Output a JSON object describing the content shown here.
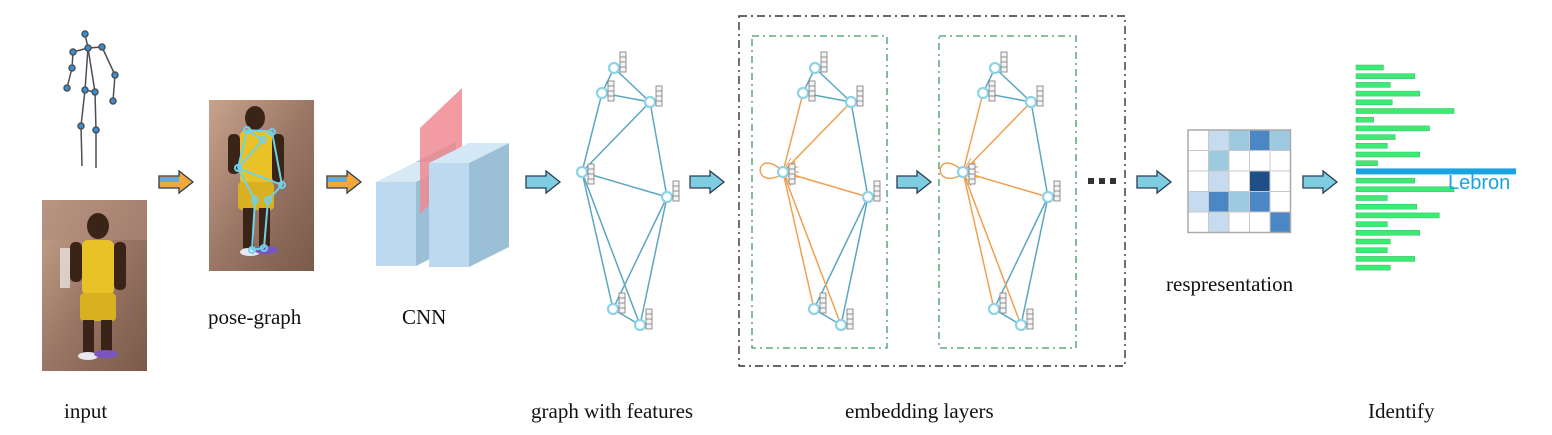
{
  "labels": {
    "input": "input",
    "pose_graph": "pose-graph",
    "cnn": "CNN",
    "graph_features": "graph with features",
    "embedding_layers": "embedding layers",
    "representation": "respresentation",
    "identify": "Identify"
  },
  "identify": {
    "highlight_name": "Lebron",
    "bar_levels": [
      0.28,
      0.6,
      0.35,
      0.65,
      0.37,
      1.0,
      0.18,
      0.75,
      0.4,
      0.32,
      0.65,
      0.22,
      1.0,
      0.6,
      1.0,
      0.32,
      0.62,
      0.85,
      0.32,
      0.65,
      0.35,
      0.32,
      0.6,
      0.35
    ],
    "highlight_bar_index": 12
  },
  "representation": {
    "matrix": [
      [
        0,
        1,
        2,
        3,
        2
      ],
      [
        0,
        2,
        0,
        0,
        0
      ],
      [
        0,
        1,
        0,
        4,
        0
      ],
      [
        1,
        3,
        2,
        3,
        0
      ],
      [
        0,
        1,
        0,
        0,
        3
      ]
    ]
  },
  "colors": {
    "graph_edge": "#5ba7c0",
    "node_fill": "#ffffff",
    "node_stroke": "#8fd3e6",
    "attention_edge": "#f0a050",
    "arrow_fill": "#7fcde0",
    "cnn_front": "#bdd9ef",
    "cnn_side": "#9cbfd8",
    "cnn_top": "#d3e7f5",
    "cnn_slice": "#f08a92",
    "identify_bar": "#3dea74",
    "identify_highlight": "#1aa3e0",
    "dash_outer": "#333333",
    "dash_inner": "#3f9a63"
  }
}
